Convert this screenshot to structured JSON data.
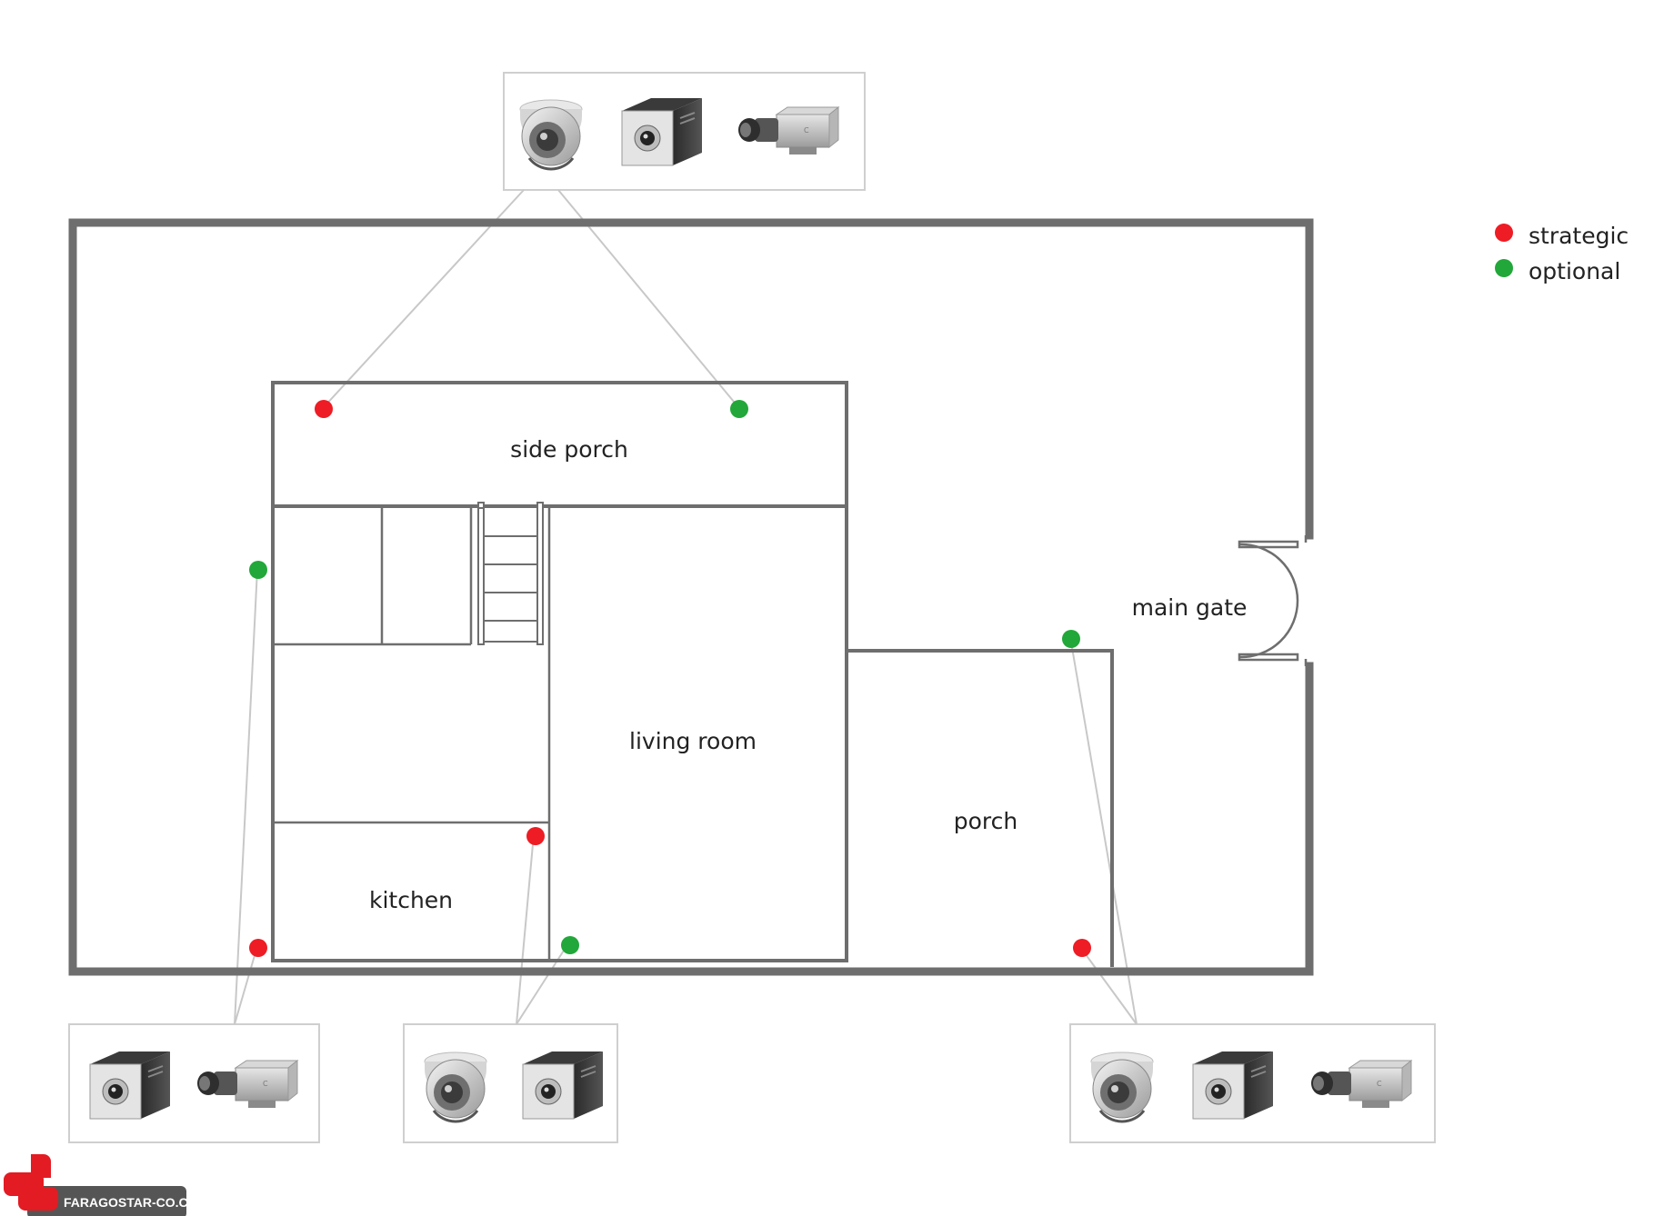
{
  "rooms": {
    "side_porch": "side porch",
    "living_room": "living room",
    "porch": "porch",
    "kitchen": "kitchen",
    "main_gate": "main gate"
  },
  "legend": {
    "strategic": "strategic",
    "optional": "optional"
  },
  "colors": {
    "strategic": "#ee1c24",
    "optional": "#22a73a",
    "wall": "#6e6e6e",
    "link": "#c8c8c8"
  },
  "camera_groups": [
    {
      "name": "top-camera-panel",
      "cameras": [
        "dome-camera-icon",
        "box-camera-icon",
        "bullet-camera-icon"
      ]
    },
    {
      "name": "bottom-left-camera-panel",
      "cameras": [
        "box-camera-icon",
        "bullet-camera-icon"
      ]
    },
    {
      "name": "bottom-center-camera-panel",
      "cameras": [
        "dome-camera-icon",
        "box-camera-icon"
      ]
    },
    {
      "name": "bottom-right-camera-panel",
      "cameras": [
        "dome-camera-icon",
        "box-camera-icon",
        "bullet-camera-icon"
      ]
    }
  ],
  "logo": {
    "text": "FARAGOSTAR-CO.COM"
  }
}
